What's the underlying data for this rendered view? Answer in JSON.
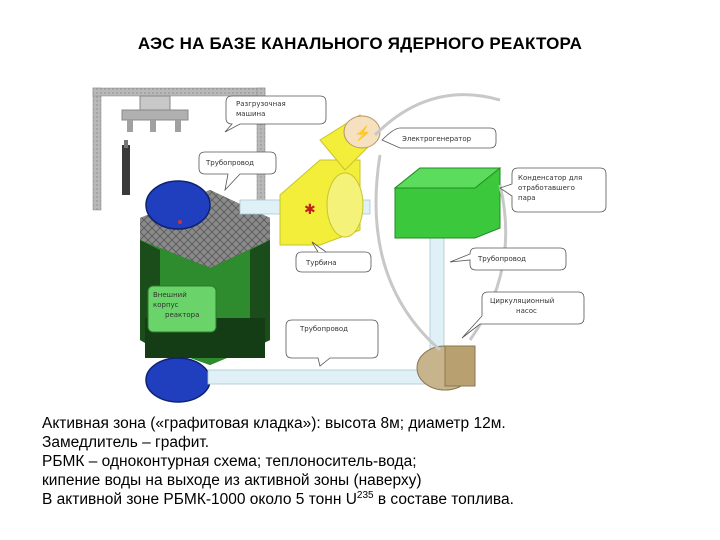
{
  "title": "АЭС НА БАЗЕ КАНАЛЬНОГО ЯДЕРНОГО РЕАКТОРА",
  "callouts": {
    "loading_machine": [
      "Разгрузочная",
      "машина"
    ],
    "pipeline_top": "Трубопровод",
    "generator": "Электрогенератор",
    "condenser": [
      "Конденсатор для",
      "отработавшего",
      "пара"
    ],
    "turbine": "Турбина",
    "pipeline_right": "Трубопровод",
    "circulation_pump": [
      "Циркуляционный",
      "насос"
    ],
    "reactor_shell": [
      "Внешний",
      "корпус",
      "реактора"
    ],
    "pipeline_bottom": "Трубопровод"
  },
  "text": {
    "line1": "Активная зона («графитовая кладка»): высота 8м; диаметр 12м.",
    "line2": "Замедлитель – графит.",
    "line3": "РБМК – одноконтурная схема; теплоноситель-вода;",
    "line4": "кипение воды на выходе из активной зоны (наверху)",
    "line5_pre": "В активной зоне РБМК-1000 около 5 тонн U",
    "line5_sup": "235",
    "line5_post": " в составе топлива."
  },
  "colors": {
    "reactor_dark": "#1a4d1a",
    "reactor_green": "#2e8b2e",
    "graphite_gray": "#707070",
    "fuel_blue": "#1f3fbf",
    "turbine_yellow": "#f2ee3a",
    "condenser_green": "#3cc83c",
    "pump_brown": "#c8b48c",
    "pipe_lightblue": "#dff1f7",
    "frame_gray": "#a8a8a8"
  }
}
